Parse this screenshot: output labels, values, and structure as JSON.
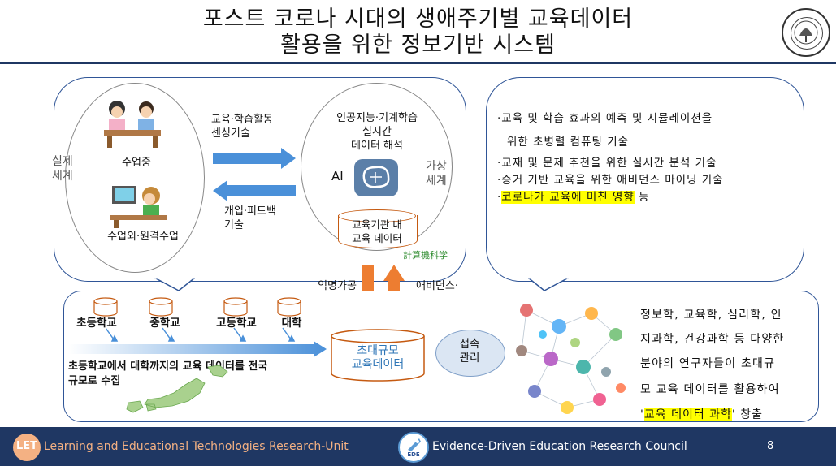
{
  "header": {
    "title_line1": "포스트 코로나 시대의 생애주기별 교육데이터",
    "title_line2": "활용을 위한 정보기반 시스템"
  },
  "left_panel": {
    "real_world": "실제\n세계",
    "virtual_world": "가상\n세계",
    "in_class": "수업중",
    "out_class": "수업외·원격수업",
    "sensing_label": "교육·학습활동\n센싱기술",
    "feedback_label": "개입·피드백\n기술",
    "ai_analysis": "인공지능·기계학습\n실시간\n데이터 해석",
    "ai": "AI",
    "inst_data": "교육기관 내\n교육 데이터",
    "lab": "計算機科学"
  },
  "right_panel": {
    "bullets": [
      "·교육 및 학습 효과의 예측 및 시뮬레이션을",
      "위한 초병렬 컴퓨팅 기술",
      "·교재 및 문제 추천을 위한 실시간 분석 기술",
      "·증거 기반 교육을 위한 애비던스 마이닝 기술"
    ],
    "corona_highlight": "코로나가 교육에 미친 영향",
    "corona_suffix": " 등"
  },
  "middle": {
    "anonymize": "익명가공\n기술",
    "evidence": "애비던스·\n특징추출"
  },
  "bottom_panel": {
    "schools": [
      "초등학교",
      "중학교",
      "고등학교",
      "대학"
    ],
    "collection": "초등학교에서 대학까지의 교육 데이터를 전국\n규모로 수집",
    "big_data": "초대규모\n교육데이터",
    "access": "접속\n관리",
    "researchers": [
      "정보학, 교육학, 심리학, 인",
      "지과학, 건강과학 등 다양한",
      "분야의 연구자들이 초대규",
      "모 교육 데이터를 활용하여"
    ],
    "science_quote_open": "'",
    "science_highlight": "교육 데이터 과학",
    "science_suffix": "' 창출"
  },
  "footer": {
    "left_text": "Learning and Educational Technologies Research-Unit",
    "right_text": "Evidence-Driven Education Research Council",
    "page_number": "8",
    "logo_left": "LET",
    "logo_right": "EDE"
  },
  "colors": {
    "navy": "#1f3763",
    "arrow_blue": "#4a90d9",
    "arrow_orange": "#ed7d31",
    "highlight": "#ffff00",
    "footer_orange": "#f4b183"
  }
}
